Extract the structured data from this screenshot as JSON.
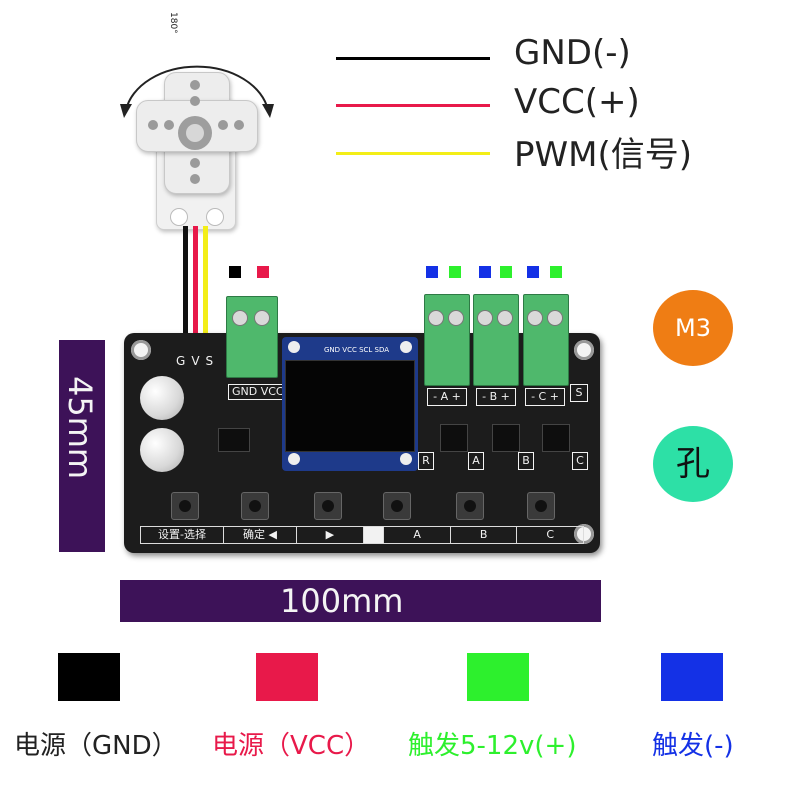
{
  "servo": {
    "rotation_label": "180°",
    "pin_labels": [
      "G",
      "V",
      "S"
    ]
  },
  "wire_legend": [
    {
      "label": "GND(-)",
      "color": "#000000"
    },
    {
      "label": "VCC(+)",
      "color": "#e8194a"
    },
    {
      "label": "PWM(信号)",
      "color": "#f3ee17"
    }
  ],
  "board": {
    "oled_pins": "GND VCC SCL SDA",
    "power_label": "GND VCC",
    "channel_labels": [
      "- A +",
      "- B +",
      "- C +"
    ],
    "s_label": "S",
    "relay_labels": [
      "R",
      "A",
      "B",
      "C"
    ],
    "bottom_labels": [
      "设置-选择",
      "确定 ◀",
      "▶",
      "",
      "A",
      "B",
      "C"
    ]
  },
  "dimensions": {
    "height": "45mm",
    "width": "100mm"
  },
  "badges": {
    "m3": "M3",
    "hole": "孔"
  },
  "colors": {
    "gnd": "#000000",
    "vcc": "#e8194a",
    "trigger_plus": "#2df02d",
    "trigger_minus": "#1431e6",
    "dim_bar": "#3d1258",
    "m3_badge": "#ef7d14",
    "hole_badge": "#2de0a6"
  },
  "color_legend": [
    {
      "label": "电源（GND）",
      "color": "#000000",
      "text_color": "#222222"
    },
    {
      "label": "电源（VCC）",
      "color": "#e8194a",
      "text_color": "#e8194a"
    },
    {
      "label": "触发5-12v(+)",
      "color": "#2df02d",
      "text_color": "#2df02d"
    },
    {
      "label": "触发(-)",
      "color": "#1431e6",
      "text_color": "#1431e6"
    }
  ]
}
